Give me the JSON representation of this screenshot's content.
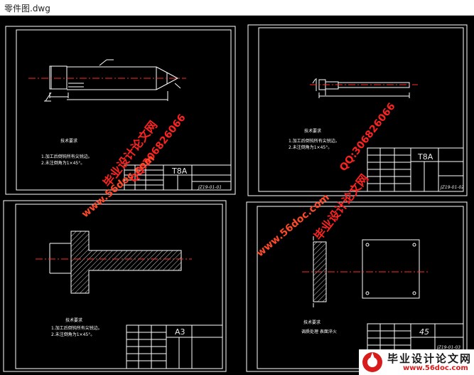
{
  "window": {
    "title": "零件图.dwg"
  },
  "sheets": [
    {
      "material": "T8A",
      "notes_title": "技术要求",
      "notes": [
        "1.加工后倒钝所有尖锐边。",
        "2.未注倒角为1×45°。"
      ],
      "drawing_no": "JZ19-01-01"
    },
    {
      "material": "T8A",
      "notes_title": "技术要求",
      "notes": [
        "1.加工后倒钝所有尖锐边。",
        "2.未注倒角为1×45°。"
      ],
      "drawing_no": "JZ19-01-02"
    },
    {
      "material": "A3",
      "notes_title": "技术要求",
      "notes": [
        "1.加工后倒钝所有尖锐边。",
        "2.未注倒角为1×45°。"
      ]
    },
    {
      "material": "45",
      "notes_title": "技术要求",
      "notes": [
        "调质处理  表面淬火"
      ],
      "drawing_no": "JZ19-01-03"
    }
  ],
  "watermarks": {
    "brand": "毕业设计论文网",
    "site": "www.56doc.com",
    "qq": "QQ:306826066"
  },
  "footer_logo": {
    "brand": "毕业设计论文网",
    "site": "www.56doc.com"
  },
  "colors": {
    "drawing_line": "#ffffff",
    "center_line": "#ff2a2a",
    "watermark": "#ff2222",
    "background": "#000000"
  }
}
